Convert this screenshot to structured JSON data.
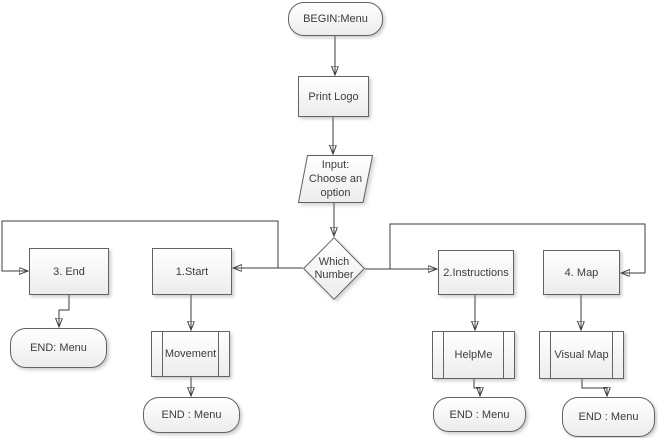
{
  "diagram": {
    "type": "flowchart",
    "nodes": {
      "begin": {
        "label": "BEGIN:Menu",
        "shape": "terminator"
      },
      "print_logo": {
        "label": "Print Logo",
        "shape": "process"
      },
      "input": {
        "label": "Input:\nChoose an\noption",
        "shape": "data-io-parallelogram"
      },
      "decision": {
        "label": "Which\nNumber",
        "shape": "decision-diamond"
      },
      "end3": {
        "label": "3. End",
        "shape": "process"
      },
      "start1": {
        "label": "1.Start",
        "shape": "process"
      },
      "instructions2": {
        "label": "2.Instructions",
        "shape": "process"
      },
      "map4": {
        "label": "4. Map",
        "shape": "process"
      },
      "movement": {
        "label": "Movement",
        "shape": "predefined-process"
      },
      "helpme": {
        "label": "HelpMe",
        "shape": "predefined-process"
      },
      "visual_map": {
        "label": "Visual Map",
        "shape": "predefined-process"
      },
      "end_menu_3": {
        "label": "END: Menu",
        "shape": "terminator"
      },
      "end_menu_1": {
        "label": "END : Menu",
        "shape": "terminator"
      },
      "end_menu_2": {
        "label": "END : Menu",
        "shape": "terminator"
      },
      "end_menu_4": {
        "label": "END : Menu",
        "shape": "terminator"
      }
    },
    "edges": [
      {
        "from": "begin",
        "to": "print_logo"
      },
      {
        "from": "print_logo",
        "to": "input"
      },
      {
        "from": "input",
        "to": "decision"
      },
      {
        "from": "decision",
        "to": "start1"
      },
      {
        "from": "decision",
        "to": "end3"
      },
      {
        "from": "decision",
        "to": "instructions2"
      },
      {
        "from": "decision",
        "to": "map4"
      },
      {
        "from": "end3",
        "to": "end_menu_3"
      },
      {
        "from": "start1",
        "to": "movement"
      },
      {
        "from": "movement",
        "to": "end_menu_1"
      },
      {
        "from": "instructions2",
        "to": "helpme"
      },
      {
        "from": "helpme",
        "to": "end_menu_2"
      },
      {
        "from": "map4",
        "to": "visual_map"
      },
      {
        "from": "visual_map",
        "to": "end_menu_4"
      }
    ],
    "colors": {
      "background": "#ffffff",
      "node_border": "#636363",
      "node_fill_top": "#ffffff",
      "node_fill_bottom": "#ececee",
      "connector": "#3d3d3d",
      "text": "#3c3c3c"
    }
  }
}
